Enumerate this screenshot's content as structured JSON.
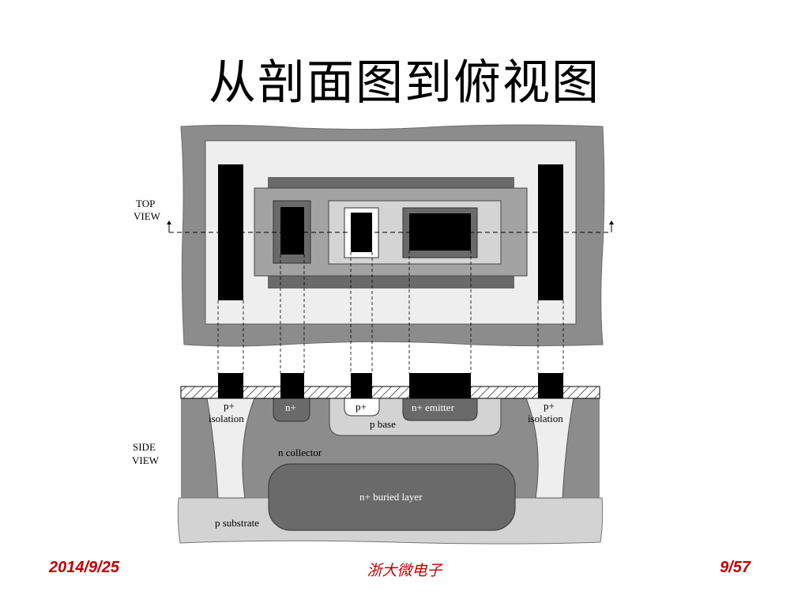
{
  "slide": {
    "title": "从剖面图到俯视图"
  },
  "diagram": {
    "top_view_label": [
      "TOP",
      "VIEW"
    ],
    "side_view_label": [
      "SIDE",
      "VIEW"
    ],
    "regions": {
      "p_isolation_left": [
        "p+",
        "isolation"
      ],
      "n_plus_collector_contact": "n+",
      "p_plus_base_contact": "p+",
      "n_plus_emitter": "n+ emitter",
      "p_isolation_right": [
        "p+",
        "isolation"
      ],
      "p_base": "p base",
      "n_collector": "n collector",
      "n_buried_layer": "n+ buried layer",
      "p_substrate": "p substrate"
    },
    "colors": {
      "outer_gray": "#8c8c8c",
      "light_field": "#eeeeee",
      "mid_gray": "#a8a8a8",
      "dark_gray": "#6a6a6a",
      "metal": "#000000",
      "light_region": "#cfcfcf"
    }
  },
  "footer": {
    "date": "2014/9/25",
    "org": "浙大微电子",
    "page": "9/57"
  }
}
